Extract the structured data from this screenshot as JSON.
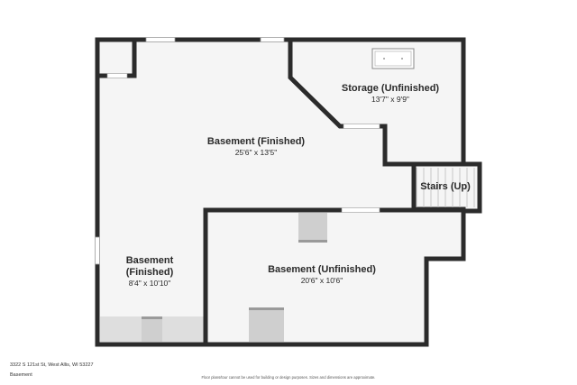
{
  "rooms": [
    {
      "name": "Basement (Finished)",
      "dimensions": "25'6\" x 13'5\""
    },
    {
      "name": "Storage (Unfinished)",
      "dimensions": "13'7\" x 9'9\""
    },
    {
      "name": "Stairs (Up)"
    },
    {
      "name_line1": "Basement",
      "name_line2": "(Finished)",
      "dimensions": "8'4\" x 10'10\""
    },
    {
      "name": "Basement (Unfinished)",
      "dimensions": "20'6\" x 10'6\""
    }
  ],
  "footer": {
    "address": "3322 S 121st St, West Allis, WI 53227",
    "level": "Basement",
    "disclaimer": "Floor plans/tour cannot be used for building or design purposes. Sizes and dimensions are approximate."
  },
  "colors": {
    "wall": "#2b2b2b",
    "floor": "#f5f5f5",
    "fixture": "#cfcfcf"
  }
}
